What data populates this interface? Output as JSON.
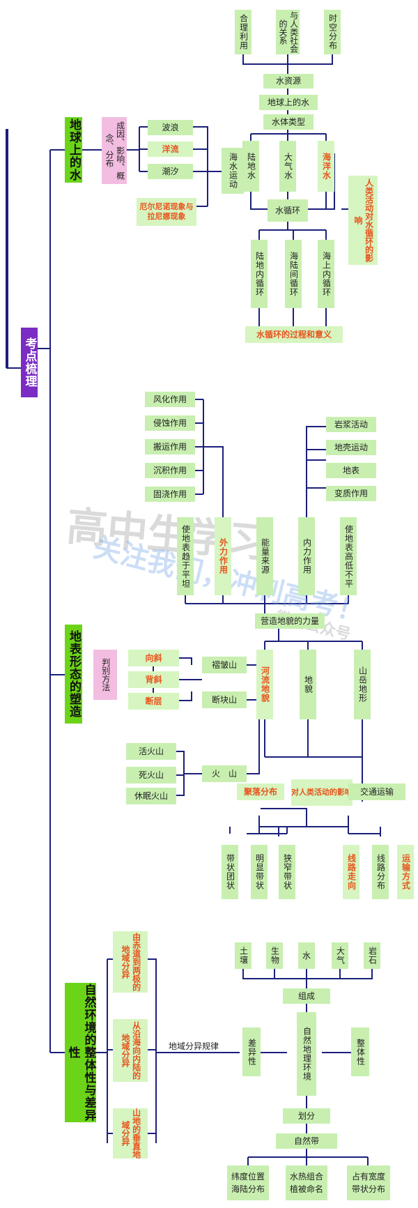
{
  "root": "考点梳理",
  "water": {
    "title": "地球上的水",
    "top": [
      "合理利用",
      "与人类社会的关系",
      "时空分布"
    ],
    "resource": "水资源",
    "earth_water": "地球上的水",
    "types": "水体类型",
    "land": "陆地水",
    "air": "大气水",
    "sea": "海洋水",
    "cycle": "水循环",
    "human": "人类活动对水循环的影响",
    "land_cycle": "陆地内循环",
    "sea_land_cycle": "海陆间循环",
    "sea_cycle": "海上内循环",
    "process": "水循环的过程和意义",
    "motion": "海水运动",
    "concept": "成因、影响、概念、分布",
    "waves": "波浪",
    "currents": "洋流",
    "tides": "潮汐",
    "enso": "厄尔尼诺现象与拉尼娜现象"
  },
  "landform": {
    "title": "地表形态的塑造",
    "external_list": [
      "风化作用",
      "侵蚀作用",
      "搬运作用",
      "沉积作用",
      "固浇作用"
    ],
    "internal_list": [
      "岩浆活动",
      "地壳运动",
      "地表",
      "变质作用"
    ],
    "cols": [
      "使地表趋于平坦",
      "外力作用",
      "能量来源",
      "内力作用",
      "使地表高低不平"
    ],
    "forces": "营造地貌的力量",
    "judge": "判别方法",
    "syncline": "向斜",
    "anticline": "背斜",
    "fault": "断层",
    "fold_mtn": "褶皱山",
    "block_mtn": "断块山",
    "active": "活火山",
    "dead": "死火山",
    "dormant": "休眠火山",
    "volcano": "火　山",
    "river": "河流地貌",
    "landform": "地貌",
    "mountain": "山岳地形",
    "settlement": "聚落分布",
    "human_impact": "对人类活动的影响",
    "transport": "交通运输",
    "settle_sub": [
      "带状团状",
      "明显带状",
      "狭窄带状"
    ],
    "trans_sub": [
      "线路走向",
      "线路分布",
      "运输方式"
    ]
  },
  "environment": {
    "title": "自然环境的整体性与差异性",
    "patterns": [
      "由赤道到两极的地域分异",
      "从沿海向内陆的地域分异",
      "山地的垂直地域分异"
    ],
    "law": "地域分异规律",
    "diff": "差异性",
    "whole": "整体性",
    "env": "自然地理环境",
    "components": [
      "土壤",
      "生物",
      "水",
      "大气",
      "岩石"
    ],
    "compose": "组成",
    "divide": "划分",
    "zone": "自然带",
    "zone_sub": [
      "纬度位置海陆分布",
      "水热组合植被命名",
      "占有宽度带状分布"
    ]
  },
  "watermark": {
    "main": "高中生学习",
    "slogan": "关注我们，冲刺高考！",
    "account": "微信公众号"
  }
}
